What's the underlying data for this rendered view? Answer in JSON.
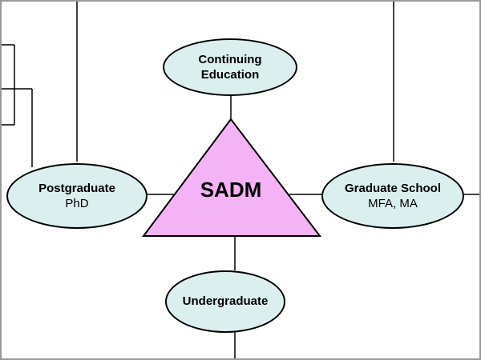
{
  "center": {
    "label": "SADM",
    "fill": "#f4b3f4"
  },
  "nodes": {
    "continuing": {
      "line1": "Continuing",
      "line2": "Education"
    },
    "postgraduate": {
      "title": "Postgraduate",
      "subtitle": "PhD"
    },
    "graduate_school": {
      "title": "Graduate School",
      "subtitle": "MFA, MA"
    },
    "undergraduate": {
      "title": "Undergraduate"
    }
  },
  "colors": {
    "ellipse_fill": "#dcefef",
    "triangle_fill": "#f4b3f4",
    "stroke": "#000000",
    "frame": "#9a9a9a"
  }
}
